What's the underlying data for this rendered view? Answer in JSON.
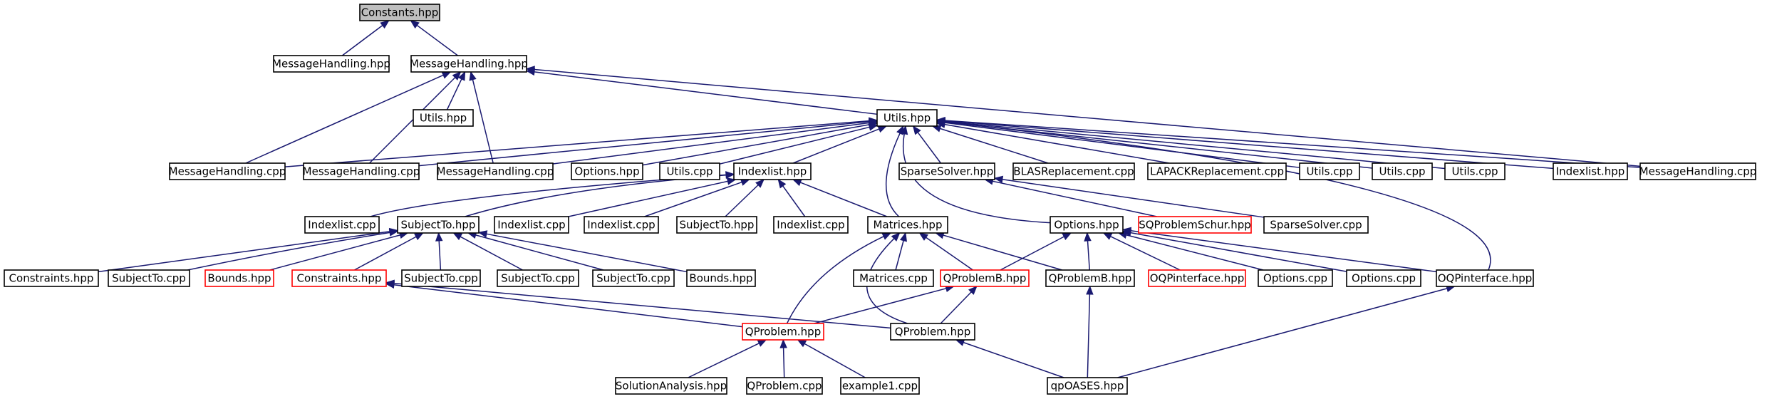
{
  "diagram": {
    "type": "include-dependency-graph",
    "colors": {
      "edge": "#191970",
      "root_fill": "#bfbfbf",
      "normal_border": "#000000",
      "truncated_border": "#ff0000",
      "background": "#ffffff"
    },
    "nodes": [
      {
        "id": "constants_hpp",
        "label": "Constants.hpp",
        "style": "root"
      },
      {
        "id": "msghandling_hpp_a",
        "label": "MessageHandling.hpp",
        "style": "normal"
      },
      {
        "id": "msghandling_hpp_b",
        "label": "MessageHandling.hpp",
        "style": "normal"
      },
      {
        "id": "utils_hpp_small",
        "label": "Utils.hpp",
        "style": "normal"
      },
      {
        "id": "utils_hpp",
        "label": "Utils.hpp",
        "style": "normal"
      },
      {
        "id": "msghandling_cpp_1",
        "label": "MessageHandling.cpp",
        "style": "normal"
      },
      {
        "id": "msghandling_cpp_2",
        "label": "MessageHandling.cpp",
        "style": "normal"
      },
      {
        "id": "msghandling_cpp_3",
        "label": "MessageHandling.cpp",
        "style": "normal"
      },
      {
        "id": "options_hpp_small",
        "label": "Options.hpp",
        "style": "normal"
      },
      {
        "id": "utils_cpp_1",
        "label": "Utils.cpp",
        "style": "normal"
      },
      {
        "id": "indexlist_hpp",
        "label": "Indexlist.hpp",
        "style": "normal"
      },
      {
        "id": "sparsesolver_hpp",
        "label": "SparseSolver.hpp",
        "style": "normal"
      },
      {
        "id": "blasreplacement_cpp",
        "label": "BLASReplacement.cpp",
        "style": "normal"
      },
      {
        "id": "lapackreplacement_cpp",
        "label": "LAPACKReplacement.cpp",
        "style": "normal"
      },
      {
        "id": "utils_cpp_2",
        "label": "Utils.cpp",
        "style": "normal"
      },
      {
        "id": "utils_cpp_3",
        "label": "Utils.cpp",
        "style": "normal"
      },
      {
        "id": "utils_cpp_4",
        "label": "Utils.cpp",
        "style": "normal"
      },
      {
        "id": "indexlist_hpp_2",
        "label": "Indexlist.hpp",
        "style": "normal"
      },
      {
        "id": "msghandling_cpp_4",
        "label": "MessageHandling.cpp",
        "style": "normal"
      },
      {
        "id": "indexlist_cpp_1",
        "label": "Indexlist.cpp",
        "style": "normal"
      },
      {
        "id": "subjectto_hpp",
        "label": "SubjectTo.hpp",
        "style": "normal"
      },
      {
        "id": "indexlist_cpp_2",
        "label": "Indexlist.cpp",
        "style": "normal"
      },
      {
        "id": "indexlist_cpp_3",
        "label": "Indexlist.cpp",
        "style": "normal"
      },
      {
        "id": "subjectto_hpp_2",
        "label": "SubjectTo.hpp",
        "style": "normal"
      },
      {
        "id": "indexlist_cpp_4",
        "label": "Indexlist.cpp",
        "style": "normal"
      },
      {
        "id": "matrices_hpp",
        "label": "Matrices.hpp",
        "style": "normal"
      },
      {
        "id": "options_hpp",
        "label": "Options.hpp",
        "style": "normal"
      },
      {
        "id": "sqproblemschur_hpp",
        "label": "SQProblemSchur.hpp",
        "style": "truncated"
      },
      {
        "id": "sparsesolver_cpp",
        "label": "SparseSolver.cpp",
        "style": "normal"
      },
      {
        "id": "constraints_hpp_1",
        "label": "Constraints.hpp",
        "style": "normal"
      },
      {
        "id": "subjectto_cpp_1",
        "label": "SubjectTo.cpp",
        "style": "normal"
      },
      {
        "id": "bounds_hpp_red",
        "label": "Bounds.hpp",
        "style": "truncated"
      },
      {
        "id": "constraints_hpp_red",
        "label": "Constraints.hpp",
        "style": "truncated"
      },
      {
        "id": "subjectto_cpp_2",
        "label": "SubjectTo.cpp",
        "style": "normal"
      },
      {
        "id": "subjectto_cpp_3",
        "label": "SubjectTo.cpp",
        "style": "normal"
      },
      {
        "id": "subjectto_cpp_4",
        "label": "SubjectTo.cpp",
        "style": "normal"
      },
      {
        "id": "bounds_hpp",
        "label": "Bounds.hpp",
        "style": "normal"
      },
      {
        "id": "matrices_cpp",
        "label": "Matrices.cpp",
        "style": "normal"
      },
      {
        "id": "qproblemb_hpp_red",
        "label": "QProblemB.hpp",
        "style": "truncated"
      },
      {
        "id": "qproblemb_hpp",
        "label": "QProblemB.hpp",
        "style": "normal"
      },
      {
        "id": "oqpinterface_hpp_red",
        "label": "OQPinterface.hpp",
        "style": "truncated"
      },
      {
        "id": "options_cpp_1",
        "label": "Options.cpp",
        "style": "normal"
      },
      {
        "id": "options_cpp_2",
        "label": "Options.cpp",
        "style": "normal"
      },
      {
        "id": "oqpinterface_hpp",
        "label": "OQPinterface.hpp",
        "style": "normal"
      },
      {
        "id": "qproblem_hpp_red",
        "label": "QProblem.hpp",
        "style": "truncated"
      },
      {
        "id": "qproblem_hpp",
        "label": "QProblem.hpp",
        "style": "normal"
      },
      {
        "id": "solutionanalysis_hpp",
        "label": "SolutionAnalysis.hpp",
        "style": "normal"
      },
      {
        "id": "qproblem_cpp",
        "label": "QProblem.cpp",
        "style": "normal"
      },
      {
        "id": "example1_cpp",
        "label": "example1.cpp",
        "style": "normal"
      },
      {
        "id": "qpoases_hpp",
        "label": "qpOASES.hpp",
        "style": "normal"
      }
    ],
    "edges": [
      {
        "from": "msghandling_hpp_a",
        "to": "constants_hpp"
      },
      {
        "from": "msghandling_hpp_b",
        "to": "constants_hpp"
      },
      {
        "from": "utils_hpp_small",
        "to": "msghandling_hpp_b"
      },
      {
        "from": "utils_hpp",
        "to": "msghandling_hpp_b"
      },
      {
        "from": "msghandling_cpp_1",
        "to": "msghandling_hpp_b"
      },
      {
        "from": "msghandling_cpp_2",
        "to": "msghandling_hpp_b"
      },
      {
        "from": "msghandling_cpp_3",
        "to": "msghandling_hpp_b"
      },
      {
        "from": "msghandling_cpp_4",
        "to": "msghandling_hpp_b"
      },
      {
        "from": "msghandling_cpp_1",
        "to": "utils_hpp"
      },
      {
        "from": "msghandling_cpp_2",
        "to": "utils_hpp"
      },
      {
        "from": "msghandling_cpp_3",
        "to": "utils_hpp"
      },
      {
        "from": "options_hpp_small",
        "to": "utils_hpp"
      },
      {
        "from": "utils_cpp_1",
        "to": "utils_hpp"
      },
      {
        "from": "indexlist_hpp",
        "to": "utils_hpp"
      },
      {
        "from": "sparsesolver_hpp",
        "to": "utils_hpp"
      },
      {
        "from": "blasreplacement_cpp",
        "to": "utils_hpp"
      },
      {
        "from": "lapackreplacement_cpp",
        "to": "utils_hpp"
      },
      {
        "from": "utils_cpp_2",
        "to": "utils_hpp"
      },
      {
        "from": "utils_cpp_3",
        "to": "utils_hpp"
      },
      {
        "from": "utils_cpp_4",
        "to": "utils_hpp"
      },
      {
        "from": "indexlist_hpp_2",
        "to": "utils_hpp"
      },
      {
        "from": "msghandling_cpp_4",
        "to": "utils_hpp"
      },
      {
        "from": "matrices_hpp",
        "to": "utils_hpp"
      },
      {
        "from": "options_hpp",
        "to": "utils_hpp"
      },
      {
        "from": "oqpinterface_hpp",
        "to": "utils_hpp"
      },
      {
        "from": "indexlist_cpp_1",
        "to": "indexlist_hpp"
      },
      {
        "from": "subjectto_hpp",
        "to": "indexlist_hpp"
      },
      {
        "from": "indexlist_cpp_2",
        "to": "indexlist_hpp"
      },
      {
        "from": "indexlist_cpp_3",
        "to": "indexlist_hpp"
      },
      {
        "from": "subjectto_hpp_2",
        "to": "indexlist_hpp"
      },
      {
        "from": "indexlist_cpp_4",
        "to": "indexlist_hpp"
      },
      {
        "from": "matrices_hpp",
        "to": "indexlist_hpp"
      },
      {
        "from": "sqproblemschur_hpp",
        "to": "sparsesolver_hpp"
      },
      {
        "from": "sparsesolver_cpp",
        "to": "sparsesolver_hpp"
      },
      {
        "from": "constraints_hpp_1",
        "to": "subjectto_hpp"
      },
      {
        "from": "subjectto_cpp_1",
        "to": "subjectto_hpp"
      },
      {
        "from": "bounds_hpp_red",
        "to": "subjectto_hpp"
      },
      {
        "from": "constraints_hpp_red",
        "to": "subjectto_hpp"
      },
      {
        "from": "subjectto_cpp_2",
        "to": "subjectto_hpp"
      },
      {
        "from": "subjectto_cpp_3",
        "to": "subjectto_hpp"
      },
      {
        "from": "subjectto_cpp_4",
        "to": "subjectto_hpp"
      },
      {
        "from": "bounds_hpp",
        "to": "subjectto_hpp"
      },
      {
        "from": "matrices_cpp",
        "to": "matrices_hpp"
      },
      {
        "from": "qproblemb_hpp_red",
        "to": "matrices_hpp"
      },
      {
        "from": "qproblemb_hpp",
        "to": "matrices_hpp"
      },
      {
        "from": "qproblem_hpp_red",
        "to": "matrices_hpp"
      },
      {
        "from": "qproblem_hpp",
        "to": "matrices_hpp"
      },
      {
        "from": "qproblemb_hpp_red",
        "to": "options_hpp"
      },
      {
        "from": "qproblemb_hpp",
        "to": "options_hpp"
      },
      {
        "from": "oqpinterface_hpp_red",
        "to": "options_hpp"
      },
      {
        "from": "options_cpp_1",
        "to": "options_hpp"
      },
      {
        "from": "options_cpp_2",
        "to": "options_hpp"
      },
      {
        "from": "oqpinterface_hpp",
        "to": "options_hpp"
      },
      {
        "from": "qproblem_hpp_red",
        "to": "qproblemb_hpp_red"
      },
      {
        "from": "qproblem_hpp",
        "to": "qproblemb_hpp_red"
      },
      {
        "from": "qproblem_hpp_red",
        "to": "constraints_hpp_red"
      },
      {
        "from": "qproblem_hpp",
        "to": "constraints_hpp_red"
      },
      {
        "from": "qpoases_hpp",
        "to": "qproblemb_hpp"
      },
      {
        "from": "qpoases_hpp",
        "to": "oqpinterface_hpp"
      },
      {
        "from": "qpoases_hpp",
        "to": "qproblem_hpp"
      },
      {
        "from": "solutionanalysis_hpp",
        "to": "qproblem_hpp_red"
      },
      {
        "from": "qproblem_cpp",
        "to": "qproblem_hpp_red"
      },
      {
        "from": "example1_cpp",
        "to": "qproblem_hpp_red"
      }
    ]
  }
}
